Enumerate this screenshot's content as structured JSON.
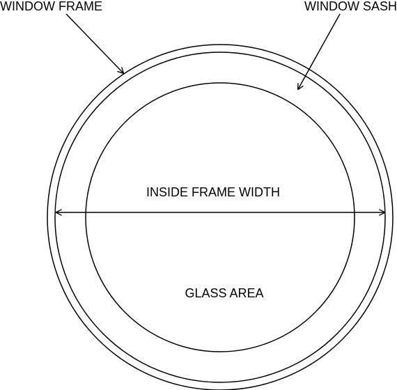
{
  "labels": {
    "window_frame": "WINDOW FRAME",
    "window_sash": "WINDOW SASH",
    "inside_frame_width": "INSIDE FRAME WIDTH",
    "glass_area": "GLASS AREA"
  },
  "colors": {
    "stroke": "#000000",
    "background": "#ffffff"
  }
}
